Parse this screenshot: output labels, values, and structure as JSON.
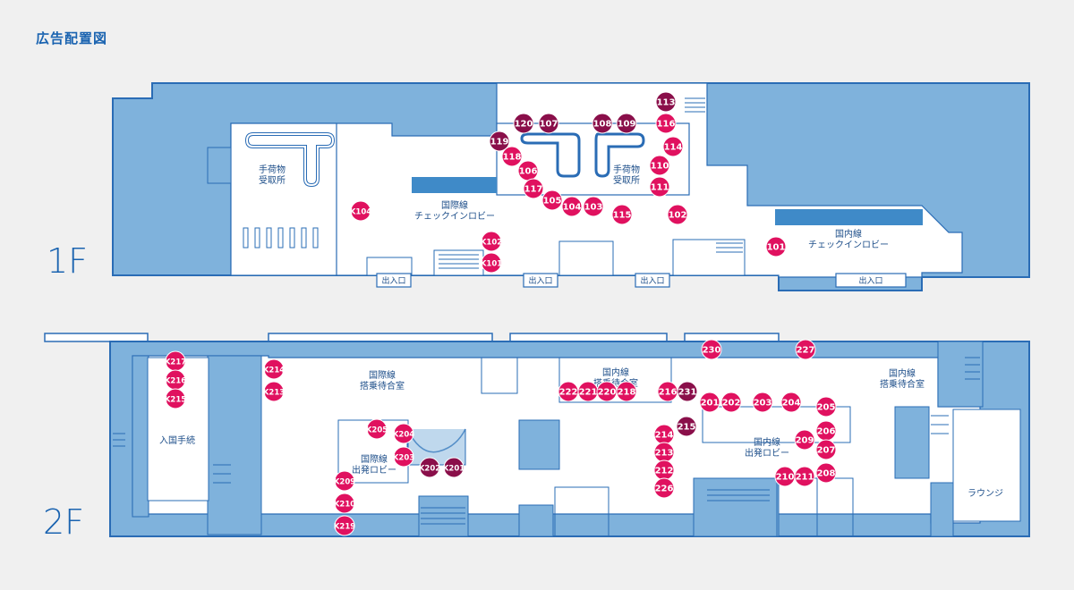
{
  "title": "広告配置図",
  "colors": {
    "background": "#f0f0f0",
    "wall": "#2a6cb5",
    "area_fill": "#7fb2dc",
    "counter_fill": "#3f8ac8",
    "pin_pink": "#e0115f",
    "pin_purple": "#8a0f4a"
  },
  "floors": {
    "f1": {
      "label": "1F",
      "areas": {
        "baggage_west": [
          "手荷物",
          "受取所"
        ],
        "baggage_east": [
          "手荷物",
          "受取所"
        ],
        "intl_checkin": [
          "国際線",
          "チェックインロビー"
        ],
        "dom_checkin": [
          "国内線",
          "チェックインロビー"
        ]
      },
      "entrances": [
        "出入口",
        "出入口",
        "出入口",
        "出入口"
      ]
    },
    "f2": {
      "label": "2F",
      "areas": {
        "immigration": "入国手続",
        "intl_waiting": [
          "国際線",
          "搭乗待合室"
        ],
        "intl_departure": [
          "国際線",
          "出発ロビー"
        ],
        "dom_waiting_mid": [
          "国内線",
          "搭乗待合室"
        ],
        "dom_waiting_east": [
          "国内線",
          "搭乗待合室"
        ],
        "dom_departure": [
          "国内線",
          "出発ロビー"
        ],
        "lounge": "ラウンジ"
      }
    }
  },
  "pins_1f": [
    {
      "id": "113",
      "style": "purple"
    },
    {
      "id": "116",
      "style": "pink"
    },
    {
      "id": "120",
      "style": "purple"
    },
    {
      "id": "107",
      "style": "purple"
    },
    {
      "id": "108",
      "style": "purple"
    },
    {
      "id": "109",
      "style": "purple"
    },
    {
      "id": "119",
      "style": "purple"
    },
    {
      "id": "114",
      "style": "pink"
    },
    {
      "id": "118",
      "style": "pink"
    },
    {
      "id": "106",
      "style": "pink"
    },
    {
      "id": "110",
      "style": "pink"
    },
    {
      "id": "117",
      "style": "pink"
    },
    {
      "id": "111",
      "style": "pink"
    },
    {
      "id": "105",
      "style": "pink"
    },
    {
      "id": "104",
      "style": "pink"
    },
    {
      "id": "103",
      "style": "pink"
    },
    {
      "id": "K104",
      "style": "pink"
    },
    {
      "id": "115",
      "style": "pink"
    },
    {
      "id": "102",
      "style": "pink"
    },
    {
      "id": "101",
      "style": "pink"
    },
    {
      "id": "K102",
      "style": "pink"
    },
    {
      "id": "K101",
      "style": "pink"
    }
  ],
  "pins_2f": [
    {
      "id": "230",
      "style": "pink"
    },
    {
      "id": "227",
      "style": "pink"
    },
    {
      "id": "K217",
      "style": "pink"
    },
    {
      "id": "K216",
      "style": "pink"
    },
    {
      "id": "K215",
      "style": "pink"
    },
    {
      "id": "K214",
      "style": "pink"
    },
    {
      "id": "K213",
      "style": "pink"
    },
    {
      "id": "222",
      "style": "pink"
    },
    {
      "id": "221",
      "style": "pink"
    },
    {
      "id": "220",
      "style": "pink"
    },
    {
      "id": "218",
      "style": "pink"
    },
    {
      "id": "216",
      "style": "pink"
    },
    {
      "id": "231",
      "style": "purple"
    },
    {
      "id": "201",
      "style": "pink"
    },
    {
      "id": "202",
      "style": "pink"
    },
    {
      "id": "203",
      "style": "pink"
    },
    {
      "id": "204",
      "style": "pink"
    },
    {
      "id": "205",
      "style": "pink"
    },
    {
      "id": "215",
      "style": "purple"
    },
    {
      "id": "214",
      "style": "pink"
    },
    {
      "id": "206",
      "style": "pink"
    },
    {
      "id": "209",
      "style": "pink"
    },
    {
      "id": "207",
      "style": "pink"
    },
    {
      "id": "K205",
      "style": "pink"
    },
    {
      "id": "K204",
      "style": "pink"
    },
    {
      "id": "213",
      "style": "pink"
    },
    {
      "id": "K203",
      "style": "pink"
    },
    {
      "id": "212",
      "style": "pink"
    },
    {
      "id": "K202",
      "style": "purple"
    },
    {
      "id": "K201",
      "style": "purple"
    },
    {
      "id": "208",
      "style": "pink"
    },
    {
      "id": "210",
      "style": "pink"
    },
    {
      "id": "211",
      "style": "pink"
    },
    {
      "id": "K209",
      "style": "pink"
    },
    {
      "id": "226",
      "style": "pink"
    },
    {
      "id": "K210",
      "style": "pink"
    },
    {
      "id": "K219",
      "style": "pink"
    }
  ]
}
